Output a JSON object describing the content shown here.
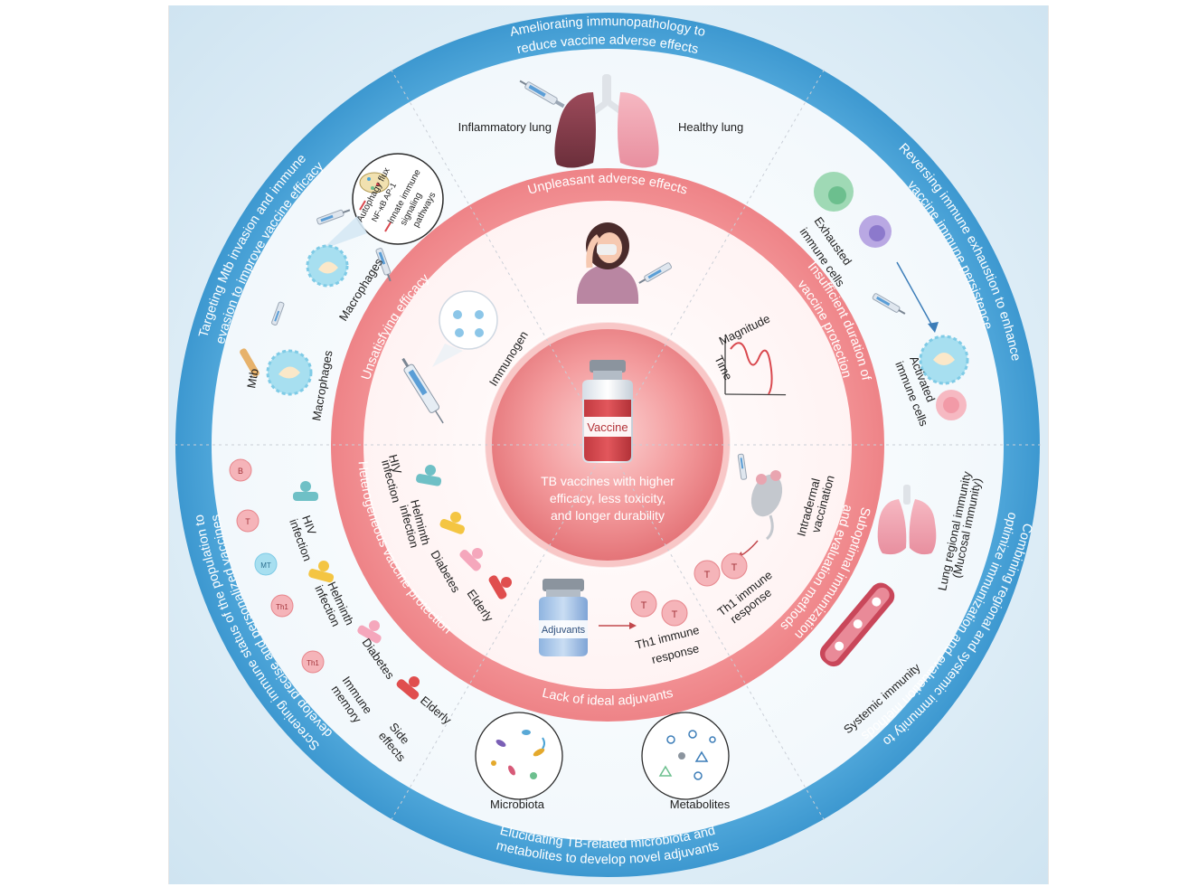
{
  "center": {
    "vaccine_label": "Vaccine",
    "goal_lines": [
      "TB vaccines with higher",
      "efficacy, less toxicity,",
      "and longer durability"
    ]
  },
  "challenges": {
    "adverse": "Unpleasant adverse effects",
    "duration_lines": [
      "Insufficient duration of",
      "vaccine protection"
    ],
    "suboptimal_lines": [
      "Suboptimal immunization",
      "and evaluation methods"
    ],
    "adjuvants": "Lack of ideal adjuvants",
    "heterogeneous": "Heterogeneous vaccine protection",
    "efficacy": "Unsatisfying efficacy"
  },
  "strategies": {
    "immunopathology_lines": [
      "Ameliorating immunopathology to",
      "reduce vaccine adverse effects"
    ],
    "exhaustion_lines": [
      "Reversing immune exhaustion to enhance",
      "vaccine immune persistence"
    ],
    "combining_lines": [
      "Combining regional and systemic immunity to",
      "optimize immunization and evaluation methods"
    ],
    "microbiota_lines": [
      "Elucidating TB-related microbiota and",
      "metabolites to develop novel adjuvants"
    ],
    "screening_lines": [
      "Screening immune status of the population to",
      "develop precise and personalized vaccines"
    ],
    "targeting_lines": [
      "Targeting Mtb invasion and immune",
      "evasion to improve vaccine efficacy"
    ]
  },
  "labels": {
    "inflammatory_lung": "Inflammatory lung",
    "healthy_lung": "Healthy lung",
    "exhausted_cells_lines": [
      "Exhausted",
      "immune cells"
    ],
    "activated_cells_lines": [
      "Activated",
      "immune cells"
    ],
    "magnitude": "Magnitude",
    "time": "Time",
    "immunogen": "Immunogen",
    "macrophages": "Macrophages",
    "mtb": "Mtb",
    "autophagy_flux": "Autophagy flux",
    "nfkb": "NF-κB AP-1",
    "innate_lines": [
      "Innate immune",
      "signaling",
      "pathways"
    ],
    "hiv_infection_lines": [
      "HIV",
      "infection"
    ],
    "helminth_infection_lines": [
      "Helminth",
      "infection"
    ],
    "diabetes": "Diabetes",
    "elderly": "Elderly",
    "intradermal_lines": [
      "Intradermal",
      "vaccination"
    ],
    "th1_response_lines": [
      "Th1 immune",
      "response"
    ],
    "adjuvants": "Adjuvants",
    "lung_regional_lines": [
      "Lung regional immunity",
      "(Mucosal immunity)"
    ],
    "systemic_immunity": "Systemic immunity",
    "microbiota": "Microbiota",
    "metabolites": "Metabolites",
    "immune_memory_lines": [
      "Immune",
      "memory"
    ],
    "side_effects_lines": [
      "Side",
      "effects"
    ],
    "cell_b": "B",
    "cell_t": "T",
    "cell_mt": "MT",
    "cell_th1": "Th1"
  },
  "colors": {
    "outer_ring": "#4aa3d6",
    "inner_ring": "#f08a8e",
    "center_disc": "#e97c80",
    "vial_red": "#d9484e"
  }
}
